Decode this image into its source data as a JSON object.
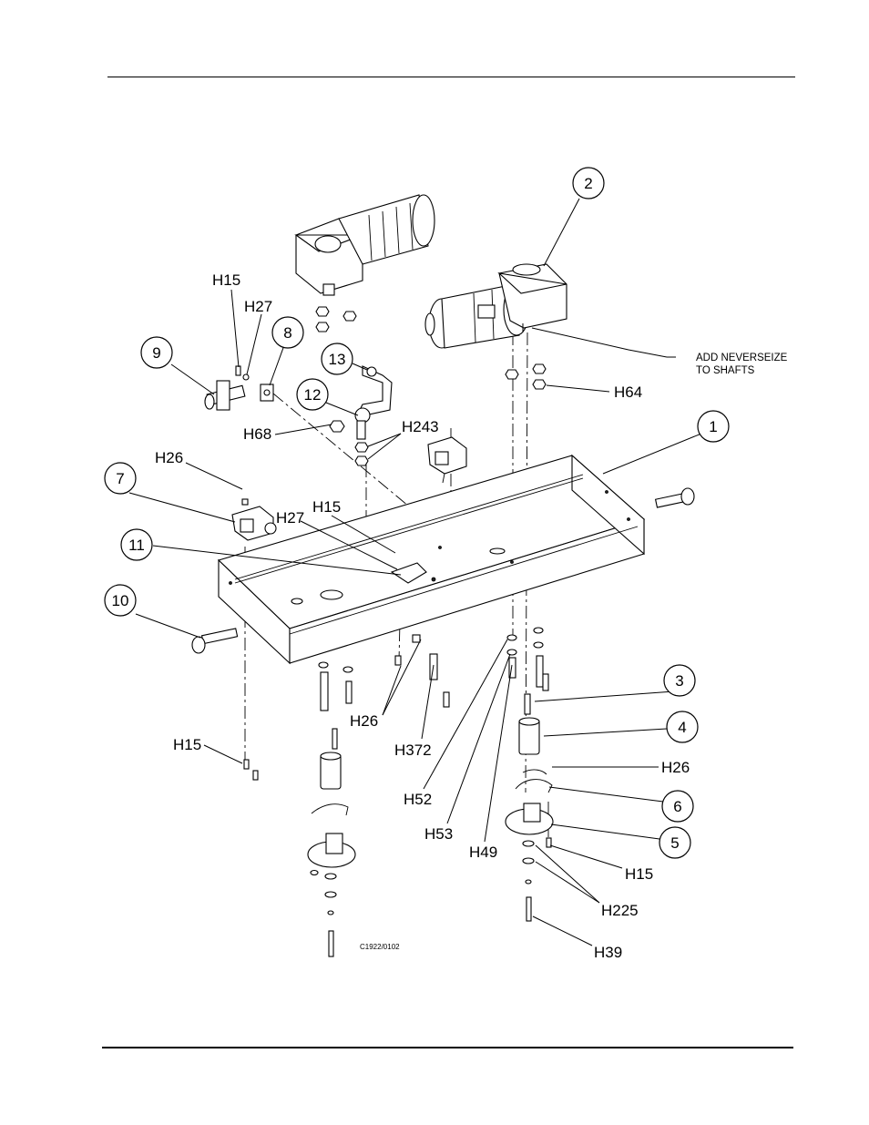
{
  "callouts": {
    "c1": "1",
    "c2": "2",
    "c3": "3",
    "c4": "4",
    "c5": "5",
    "c6": "6",
    "c7": "7",
    "c8": "8",
    "c9": "9",
    "c10": "10",
    "c11": "11",
    "c12": "12",
    "c13": "13"
  },
  "hardware": {
    "h15_top": "H15",
    "h27_top": "H27",
    "h68": "H68",
    "h243": "H243",
    "h64": "H64",
    "h26_left": "H26",
    "h15_mid": "H15",
    "h27_mid": "H27",
    "h15_left": "H15",
    "h26_bottom": "H26",
    "h372": "H372",
    "h52": "H52",
    "h53": "H53",
    "h49": "H49",
    "h26_right": "H26",
    "h15_right": "H15",
    "h225": "H225",
    "h39": "H39"
  },
  "note": {
    "line1": "ADD NEVERSEIZE",
    "line2": "TO SHAFTS"
  },
  "drawing_code": "C1922/0102"
}
